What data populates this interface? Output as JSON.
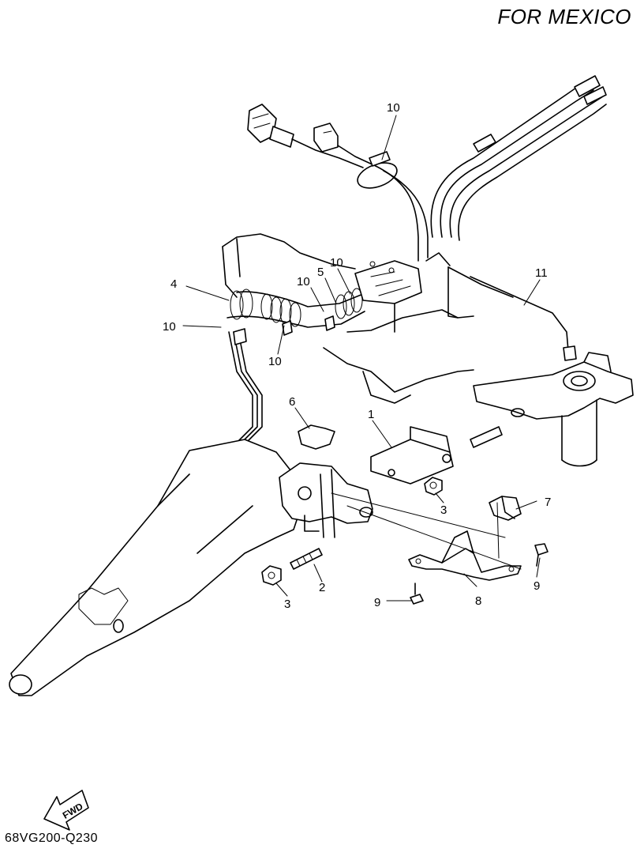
{
  "header": {
    "title": "FOR MEXICO"
  },
  "footer": {
    "code": "68VG200-Q230"
  },
  "fwd_arrow": {
    "label": "FWD"
  },
  "callouts": {
    "c1": "1",
    "c2": "2",
    "c3a": "3",
    "c3b": "3",
    "c4": "4",
    "c5": "5",
    "c6": "6",
    "c7": "7",
    "c8": "8",
    "c9a": "9",
    "c9b": "9",
    "c10a": "10",
    "c10b": "10",
    "c10c": "10",
    "c10d": "10",
    "c10e": "10",
    "c11": "11"
  }
}
